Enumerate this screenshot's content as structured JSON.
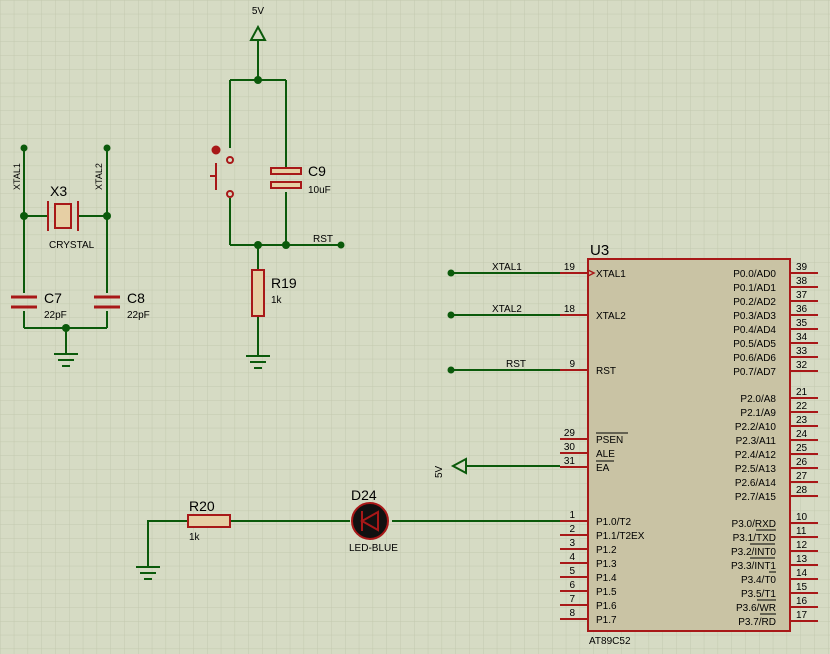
{
  "power": {
    "top_label": "5V",
    "ea_label": "5V"
  },
  "crystal": {
    "ref": "X3",
    "value": "CRYSTAL",
    "net_left": "XTAL1",
    "net_right": "XTAL2"
  },
  "c7": {
    "ref": "C7",
    "value": "22pF"
  },
  "c8": {
    "ref": "C8",
    "value": "22pF"
  },
  "c9": {
    "ref": "C9",
    "value": "10uF"
  },
  "r19": {
    "ref": "R19",
    "value": "1k"
  },
  "r20": {
    "ref": "R20",
    "value": "1k"
  },
  "d24": {
    "ref": "D24",
    "value": "LED-BLUE"
  },
  "rst_net": "RST",
  "mcu": {
    "ref": "U3",
    "part": "AT89C52",
    "left_pins": [
      {
        "num": "19",
        "name": "XTAL1",
        "net": "XTAL1"
      },
      {
        "num": "18",
        "name": "XTAL2",
        "net": "XTAL2"
      },
      {
        "num": "9",
        "name": "RST",
        "net": "RST"
      },
      {
        "num": "29",
        "name": "PSEN"
      },
      {
        "num": "30",
        "name": "ALE"
      },
      {
        "num": "31",
        "name": "EA"
      },
      {
        "num": "1",
        "name": "P1.0/T2"
      },
      {
        "num": "2",
        "name": "P1.1/T2EX"
      },
      {
        "num": "3",
        "name": "P1.2"
      },
      {
        "num": "4",
        "name": "P1.3"
      },
      {
        "num": "5",
        "name": "P1.4"
      },
      {
        "num": "6",
        "name": "P1.5"
      },
      {
        "num": "7",
        "name": "P1.6"
      },
      {
        "num": "8",
        "name": "P1.7"
      }
    ],
    "right_pins": [
      {
        "num": "39",
        "name": "P0.0/AD0"
      },
      {
        "num": "38",
        "name": "P0.1/AD1"
      },
      {
        "num": "37",
        "name": "P0.2/AD2"
      },
      {
        "num": "36",
        "name": "P0.3/AD3"
      },
      {
        "num": "35",
        "name": "P0.4/AD4"
      },
      {
        "num": "34",
        "name": "P0.5/AD5"
      },
      {
        "num": "33",
        "name": "P0.6/AD6"
      },
      {
        "num": "32",
        "name": "P0.7/AD7"
      },
      {
        "num": "21",
        "name": "P2.0/A8"
      },
      {
        "num": "22",
        "name": "P2.1/A9"
      },
      {
        "num": "23",
        "name": "P2.2/A10"
      },
      {
        "num": "24",
        "name": "P2.3/A11"
      },
      {
        "num": "25",
        "name": "P2.4/A12"
      },
      {
        "num": "26",
        "name": "P2.5/A13"
      },
      {
        "num": "27",
        "name": "P2.6/A14"
      },
      {
        "num": "28",
        "name": "P2.7/A15"
      },
      {
        "num": "10",
        "name": "P3.0/RXD"
      },
      {
        "num": "11",
        "name": "P3.1/TXD"
      },
      {
        "num": "12",
        "name": "P3.2/INT0"
      },
      {
        "num": "13",
        "name": "P3.3/INT1"
      },
      {
        "num": "14",
        "name": "P3.4/T0"
      },
      {
        "num": "15",
        "name": "P3.5/T1"
      },
      {
        "num": "16",
        "name": "P3.6/WR"
      },
      {
        "num": "17",
        "name": "P3.7/RD"
      }
    ]
  },
  "colors": {
    "background": "#d6dbc4",
    "grid": "#c4c9b0",
    "wire": "#0b5a0b",
    "component": "#a81818",
    "ic_body": "#c9c3a4"
  }
}
